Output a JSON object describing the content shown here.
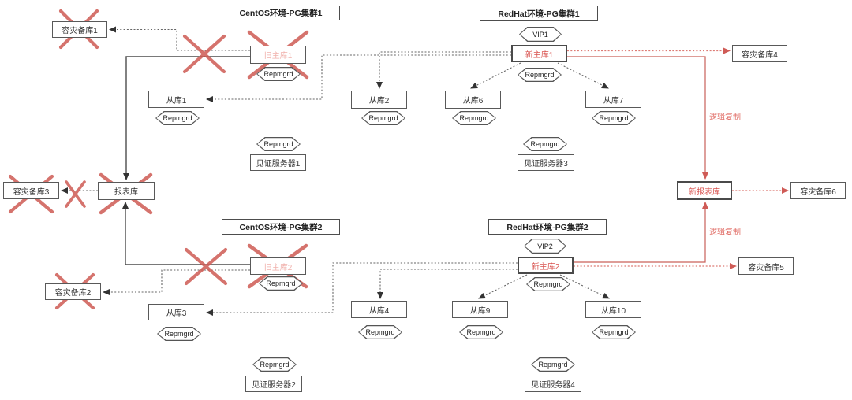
{
  "labels": {
    "repmgrd": "Repmgrd",
    "logical_replication": "逻辑复制"
  },
  "clusters": {
    "centos1_title": "CentOS环境-PG集群1",
    "redhat1_title": "RedHat环境-PG集群1",
    "centos2_title": "CentOS环境-PG集群2",
    "redhat2_title": "RedHat环境-PG集群2",
    "vip1": "VIP1",
    "vip2": "VIP2"
  },
  "nodes": {
    "dr1": "容灾备库1",
    "dr2": "容灾备库2",
    "dr3": "容灾备库3",
    "dr4": "容灾备库4",
    "dr5": "容灾备库5",
    "dr6": "容灾备库6",
    "old_primary1": "旧主库1",
    "old_primary2": "旧主库2",
    "new_primary1": "新主库1",
    "new_primary2": "新主库2",
    "standby1": "从库1",
    "standby2": "从库2",
    "standby3": "从库3",
    "standby4": "从库4",
    "standby6": "从库6",
    "standby7": "从库7",
    "standby9": "从库9",
    "standby10": "从库10",
    "report_db": "报表库",
    "new_report_db": "新报表库",
    "witness1": "见证服务器1",
    "witness2": "见证服务器2",
    "witness3": "见证服务器3",
    "witness4": "见证服务器4"
  },
  "colors": {
    "accent_red": "#d9534f",
    "faded_red": "#f0b1ac",
    "x_mark_red": "#ce5a54",
    "line_dark": "#4d4d4d",
    "replication_red_line": "#c96059"
  }
}
